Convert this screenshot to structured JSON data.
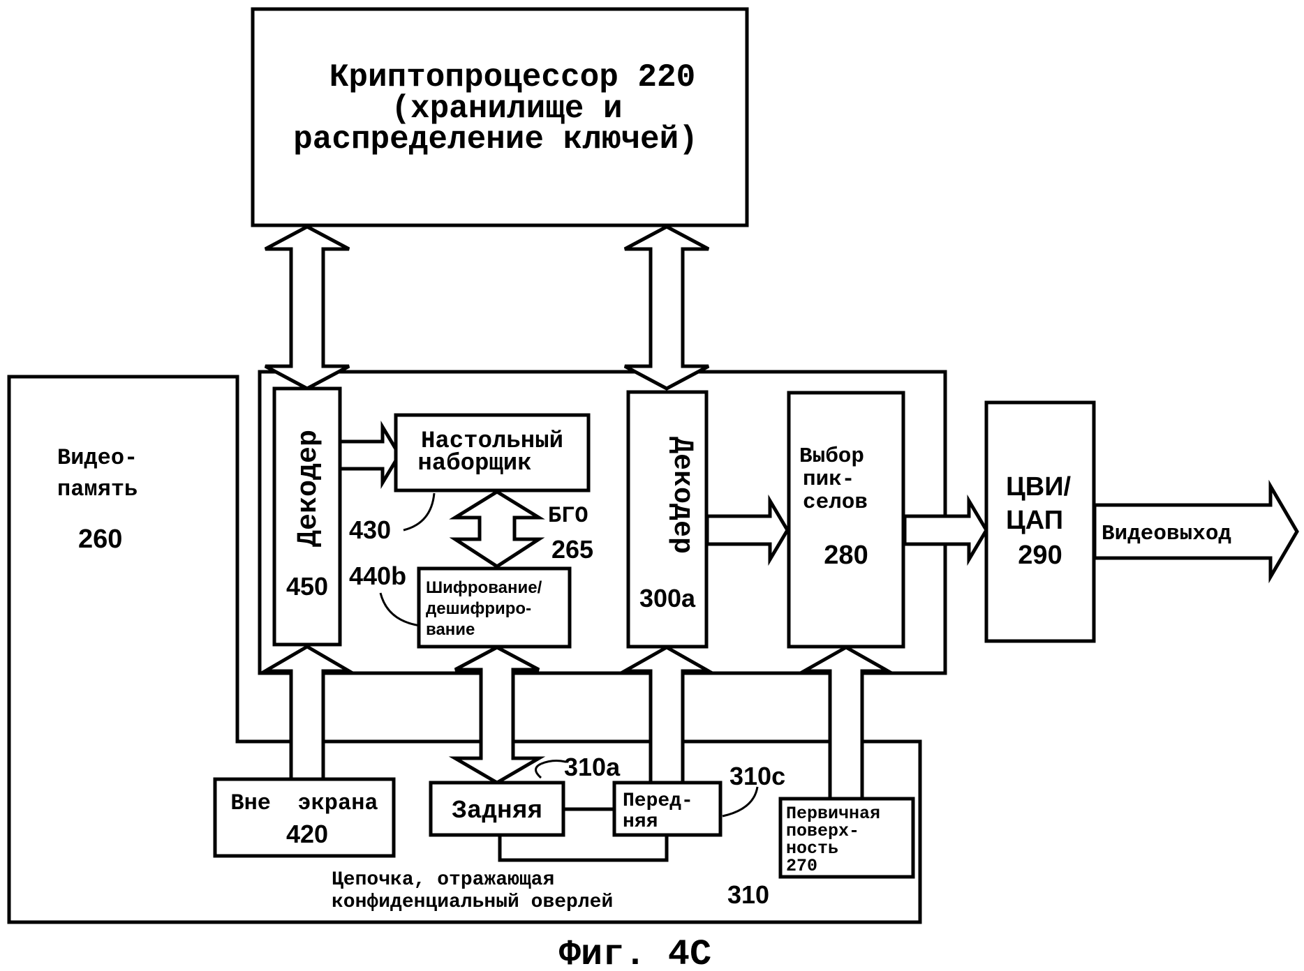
{
  "crypto": {
    "line1": "Криптопроцессор 220",
    "line2": "(хранилище и",
    "line3": "распределение ключей)"
  },
  "video_memory": {
    "line1": "Видео-",
    "line2": "память",
    "number": "260"
  },
  "decoder_left": {
    "label": "Декодер",
    "number": "450"
  },
  "decoder_right": {
    "label": "Декодер",
    "number": "300a"
  },
  "desktop_composer": {
    "line1": "Настольный",
    "line2": "наборщик",
    "callout": "430"
  },
  "bgo": {
    "label": "БГО",
    "number": "265"
  },
  "encryption": {
    "line1": "Шифрование/",
    "line2": "дешифриро-",
    "line3": "вание",
    "callout": "440b"
  },
  "pixel_select": {
    "line1": "Выбор",
    "line2": "пик-",
    "line3": "селов",
    "number": "280"
  },
  "dvi_dac": {
    "line1": "ЦВИ/",
    "line2": "ЦАП",
    "number": "290"
  },
  "video_out": {
    "label": "Видеовыход"
  },
  "offscreen": {
    "label": "Вне  экрана",
    "number": "420"
  },
  "back": {
    "label": "Задняя",
    "callout": "310a"
  },
  "front": {
    "line1": "Перед-",
    "line2": "няя",
    "callout": "310c"
  },
  "primary_surface": {
    "line1": "Первичная",
    "line2": "поверх-",
    "line3": "ность",
    "line4": "270"
  },
  "chain": {
    "line1": "Цепочка, отражающая",
    "line2": "конфиденциальный оверлей",
    "number": "310"
  },
  "figure_caption": "Фиг. 4C"
}
